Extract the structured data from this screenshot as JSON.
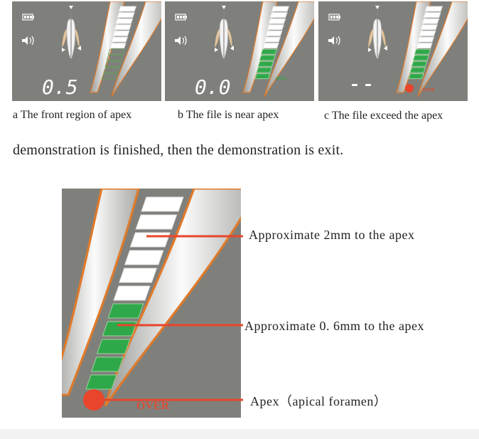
{
  "panels": [
    {
      "id": "a",
      "readout": "0.5",
      "green_filled": false,
      "status_text": "",
      "caption": "a The front region of apex"
    },
    {
      "id": "b",
      "readout": "0.0",
      "green_filled": true,
      "status_text": "APEX",
      "caption": "b The file is near apex"
    },
    {
      "id": "c",
      "readout": "- -",
      "green_filled": true,
      "status_text": "OVER",
      "caption": "c The file exceed the apex"
    }
  ],
  "sentence": "demonstration is finished, then the demonstration is exit.",
  "diagram": {
    "status_text": "OVER",
    "labels": [
      "Approximate 2mm to the apex",
      "Approximate 0. 6mm to the apex",
      "Apex（apical foramen）"
    ]
  },
  "icons": {
    "battery": "battery-icon",
    "speaker": "speaker-icon",
    "tooth": "tooth-icon"
  },
  "colors": {
    "panel_bg": "#7f807b",
    "green": "#2fa84a",
    "red": "#e8452c",
    "orange": "#e07a2a"
  }
}
